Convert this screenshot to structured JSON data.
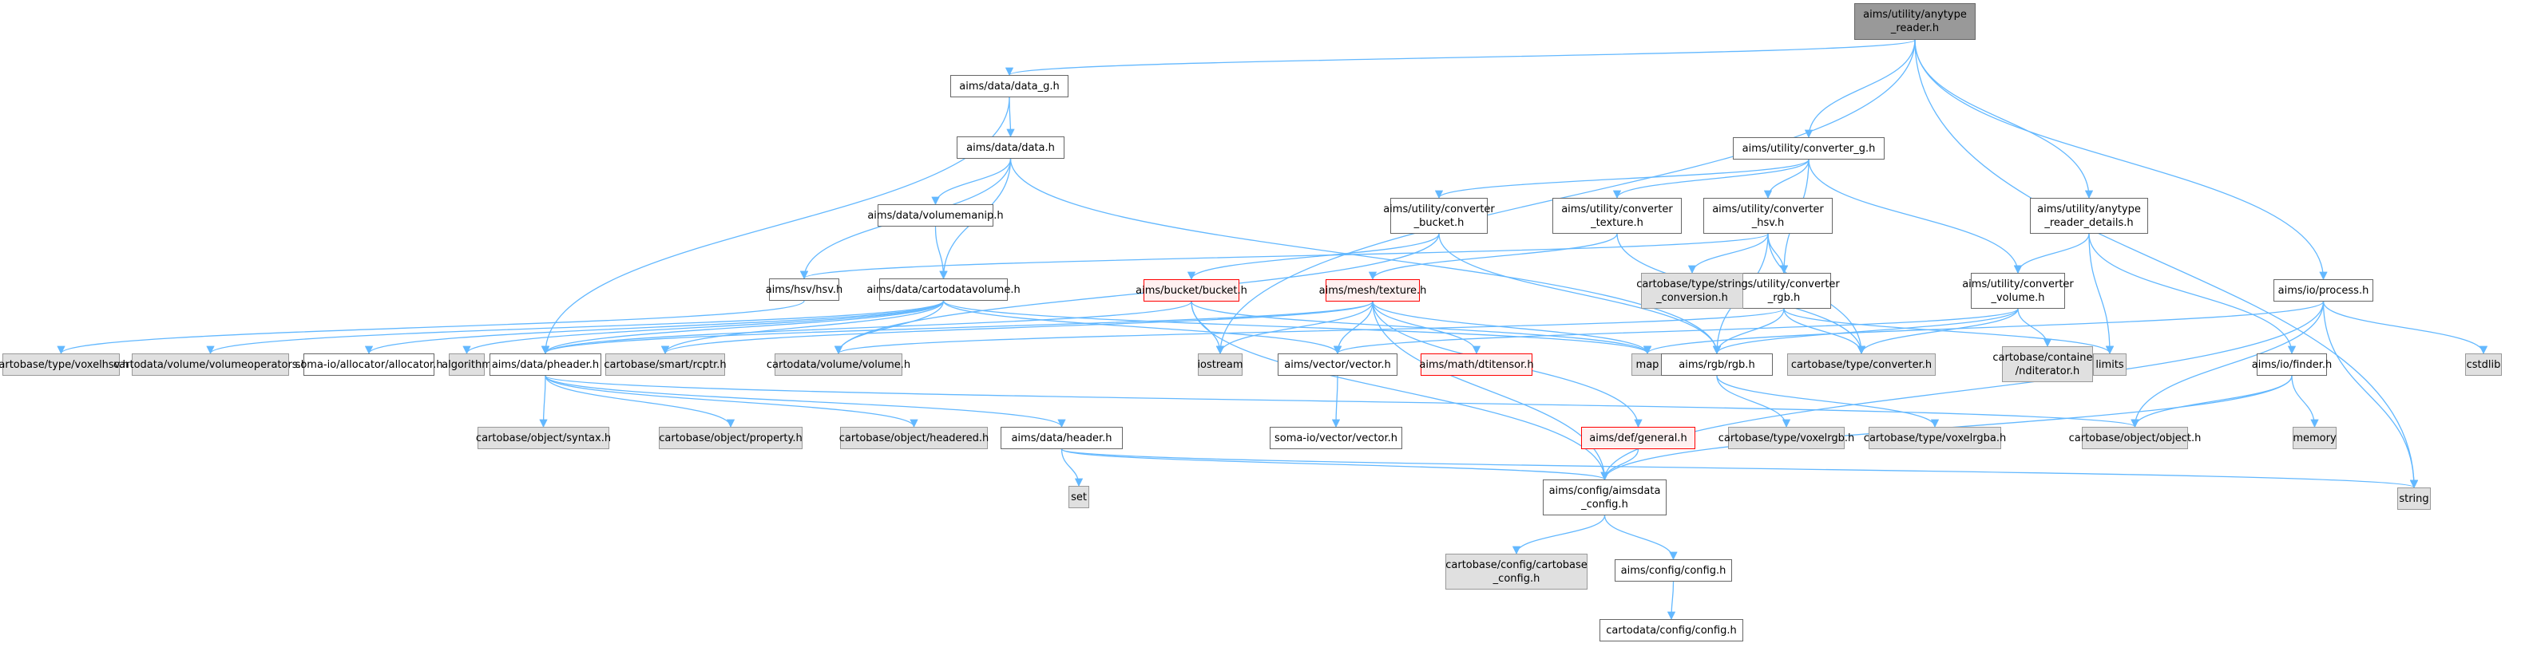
{
  "title": "Include dependency graph for aims/utility/anytype_reader.h",
  "colors": {
    "edge": "#63b8ff",
    "internal_fill": "#ffffff",
    "external_fill": "#e0e0e0",
    "truncated_border": "#ff0000",
    "root_fill": "#999999"
  },
  "nodes": [
    {
      "id": "root",
      "label": "aims/utility/anytype\n_reader.h",
      "kind": "root"
    },
    {
      "id": "data_g",
      "label": "aims/data/data_g.h",
      "kind": "internal"
    },
    {
      "id": "data",
      "label": "aims/data/data.h",
      "kind": "internal"
    },
    {
      "id": "volumemanip",
      "label": "aims/data/volumemanip.h",
      "kind": "internal"
    },
    {
      "id": "hsv",
      "label": "aims/hsv/hsv.h",
      "kind": "internal"
    },
    {
      "id": "cartodatavolume",
      "label": "aims/data/cartodatavolume.h",
      "kind": "internal"
    },
    {
      "id": "converter_g",
      "label": "aims/utility/converter_g.h",
      "kind": "internal"
    },
    {
      "id": "conv_bucket",
      "label": "aims/utility/converter\n_bucket.h",
      "kind": "internal"
    },
    {
      "id": "conv_texture",
      "label": "aims/utility/converter\n_texture.h",
      "kind": "internal"
    },
    {
      "id": "conv_hsv",
      "label": "aims/utility/converter\n_hsv.h",
      "kind": "internal"
    },
    {
      "id": "conv_rgb",
      "label": "aims/utility/converter\n_rgb.h",
      "kind": "internal"
    },
    {
      "id": "conv_volume",
      "label": "aims/utility/converter\n_volume.h",
      "kind": "internal"
    },
    {
      "id": "anytype_details",
      "label": "aims/utility/anytype\n_reader_details.h",
      "kind": "internal"
    },
    {
      "id": "process",
      "label": "aims/io/process.h",
      "kind": "internal"
    },
    {
      "id": "bucket",
      "label": "aims/bucket/bucket.h",
      "kind": "truncated"
    },
    {
      "id": "texture",
      "label": "aims/mesh/texture.h",
      "kind": "truncated"
    },
    {
      "id": "string_conv",
      "label": "cartobase/type/string\n_conversion.h",
      "kind": "external"
    },
    {
      "id": "voxelhsv",
      "label": "cartobase/type/voxelhsv.h",
      "kind": "external"
    },
    {
      "id": "volumeoperators",
      "label": "cartodata/volume/volumeoperators.h",
      "kind": "external"
    },
    {
      "id": "allocator",
      "label": "soma-io/allocator/allocator.h",
      "kind": "internal"
    },
    {
      "id": "algorithm",
      "label": "algorithm",
      "kind": "external"
    },
    {
      "id": "pheader",
      "label": "aims/data/pheader.h",
      "kind": "internal"
    },
    {
      "id": "rcptr",
      "label": "cartobase/smart/rcptr.h",
      "kind": "external"
    },
    {
      "id": "volume",
      "label": "cartodata/volume/volume.h",
      "kind": "external"
    },
    {
      "id": "iostream",
      "label": "iostream",
      "kind": "external"
    },
    {
      "id": "vector",
      "label": "aims/vector/vector.h",
      "kind": "internal"
    },
    {
      "id": "dtitensor",
      "label": "aims/math/dtitensor.h",
      "kind": "truncated"
    },
    {
      "id": "map",
      "label": "map",
      "kind": "external"
    },
    {
      "id": "rgb",
      "label": "aims/rgb/rgb.h",
      "kind": "internal"
    },
    {
      "id": "type_converter",
      "label": "cartobase/type/converter.h",
      "kind": "external"
    },
    {
      "id": "nditerator",
      "label": "cartobase/containers\n/nditerator.h",
      "kind": "external"
    },
    {
      "id": "limits",
      "label": "limits",
      "kind": "external"
    },
    {
      "id": "finder",
      "label": "aims/io/finder.h",
      "kind": "internal"
    },
    {
      "id": "cstdlib",
      "label": "cstdlib",
      "kind": "external"
    },
    {
      "id": "syntax",
      "label": "cartobase/object/syntax.h",
      "kind": "external"
    },
    {
      "id": "property",
      "label": "cartobase/object/property.h",
      "kind": "external"
    },
    {
      "id": "headered",
      "label": "cartobase/object/headered.h",
      "kind": "external"
    },
    {
      "id": "header",
      "label": "aims/data/header.h",
      "kind": "internal"
    },
    {
      "id": "soma_vector",
      "label": "soma-io/vector/vector.h",
      "kind": "internal"
    },
    {
      "id": "general",
      "label": "aims/def/general.h",
      "kind": "truncated"
    },
    {
      "id": "voxelrgb",
      "label": "cartobase/type/voxelrgb.h",
      "kind": "external"
    },
    {
      "id": "voxelrgba",
      "label": "cartobase/type/voxelrgba.h",
      "kind": "external"
    },
    {
      "id": "object",
      "label": "cartobase/object/object.h",
      "kind": "external"
    },
    {
      "id": "memory",
      "label": "memory",
      "kind": "external"
    },
    {
      "id": "set",
      "label": "set",
      "kind": "external"
    },
    {
      "id": "aimsdata_config",
      "label": "aims/config/aimsdata\n_config.h",
      "kind": "internal"
    },
    {
      "id": "string",
      "label": "string",
      "kind": "external"
    },
    {
      "id": "cartobase_config",
      "label": "cartobase/config/cartobase\n_config.h",
      "kind": "external"
    },
    {
      "id": "aims_config",
      "label": "aims/config/config.h",
      "kind": "internal"
    },
    {
      "id": "cartodata_config",
      "label": "cartodata/config/config.h",
      "kind": "internal"
    }
  ],
  "edges": [
    [
      "root",
      "data_g"
    ],
    [
      "root",
      "converter_g"
    ],
    [
      "root",
      "anytype_details"
    ],
    [
      "root",
      "process"
    ],
    [
      "root",
      "iostream"
    ],
    [
      "root",
      "string"
    ],
    [
      "data_g",
      "data"
    ],
    [
      "data_g",
      "pheader"
    ],
    [
      "data",
      "volumemanip"
    ],
    [
      "data",
      "hsv"
    ],
    [
      "data",
      "cartodatavolume"
    ],
    [
      "data",
      "rgb"
    ],
    [
      "volumemanip",
      "cartodatavolume"
    ],
    [
      "hsv",
      "voxelhsv"
    ],
    [
      "cartodatavolume",
      "volumeoperators"
    ],
    [
      "cartodatavolume",
      "allocator"
    ],
    [
      "cartodatavolume",
      "algorithm"
    ],
    [
      "cartodatavolume",
      "pheader"
    ],
    [
      "cartodatavolume",
      "rcptr"
    ],
    [
      "cartodatavolume",
      "volume"
    ],
    [
      "cartodatavolume",
      "vector"
    ],
    [
      "cartodatavolume",
      "map"
    ],
    [
      "converter_g",
      "conv_bucket"
    ],
    [
      "converter_g",
      "conv_texture"
    ],
    [
      "converter_g",
      "conv_hsv"
    ],
    [
      "converter_g",
      "conv_rgb"
    ],
    [
      "converter_g",
      "conv_volume"
    ],
    [
      "conv_bucket",
      "bucket"
    ],
    [
      "conv_bucket",
      "volume"
    ],
    [
      "conv_bucket",
      "rgb"
    ],
    [
      "conv_texture",
      "texture"
    ],
    [
      "conv_texture",
      "type_converter"
    ],
    [
      "conv_hsv",
      "hsv"
    ],
    [
      "conv_hsv",
      "string_conv"
    ],
    [
      "conv_hsv",
      "conv_rgb"
    ],
    [
      "conv_hsv",
      "type_converter"
    ],
    [
      "conv_hsv",
      "rgb"
    ],
    [
      "conv_rgb",
      "rgb"
    ],
    [
      "conv_rgb",
      "type_converter"
    ],
    [
      "conv_rgb",
      "limits"
    ],
    [
      "conv_rgb",
      "volume"
    ],
    [
      "conv_volume",
      "nditerator"
    ],
    [
      "conv_volume",
      "type_converter"
    ],
    [
      "conv_volume",
      "rgb"
    ],
    [
      "conv_volume",
      "vector"
    ],
    [
      "anytype_details",
      "conv_volume"
    ],
    [
      "anytype_details",
      "limits"
    ],
    [
      "anytype_details",
      "finder"
    ],
    [
      "process",
      "object"
    ],
    [
      "process",
      "cstdlib"
    ],
    [
      "process",
      "string"
    ],
    [
      "process",
      "aimsdata_config"
    ],
    [
      "process",
      "map"
    ],
    [
      "bucket",
      "pheader"
    ],
    [
      "bucket",
      "iostream"
    ],
    [
      "bucket",
      "aimsdata_config"
    ],
    [
      "bucket",
      "map"
    ],
    [
      "texture",
      "pheader"
    ],
    [
      "texture",
      "iostream"
    ],
    [
      "texture",
      "vector"
    ],
    [
      "texture",
      "dtitensor"
    ],
    [
      "texture",
      "general"
    ],
    [
      "texture",
      "aimsdata_config"
    ],
    [
      "texture",
      "rcptr"
    ],
    [
      "texture",
      "map"
    ],
    [
      "pheader",
      "syntax"
    ],
    [
      "pheader",
      "property"
    ],
    [
      "pheader",
      "headered"
    ],
    [
      "pheader",
      "header"
    ],
    [
      "pheader",
      "object"
    ],
    [
      "header",
      "set"
    ],
    [
      "header",
      "aimsdata_config"
    ],
    [
      "header",
      "string"
    ],
    [
      "vector",
      "soma_vector"
    ],
    [
      "rgb",
      "voxelrgb"
    ],
    [
      "rgb",
      "voxelrgba"
    ],
    [
      "general",
      "aimsdata_config"
    ],
    [
      "finder",
      "object"
    ],
    [
      "finder",
      "memory"
    ],
    [
      "finder",
      "aimsdata_config"
    ],
    [
      "aimsdata_config",
      "cartobase_config"
    ],
    [
      "aimsdata_config",
      "aims_config"
    ],
    [
      "aims_config",
      "cartodata_config"
    ]
  ]
}
